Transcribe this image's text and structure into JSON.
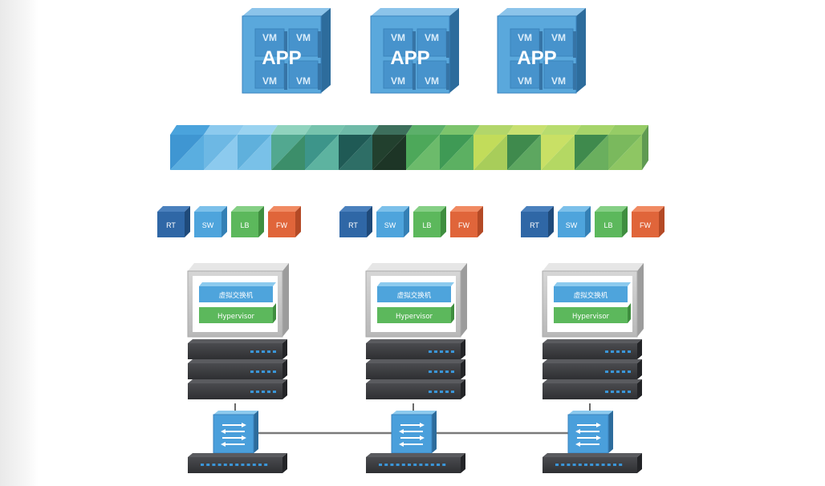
{
  "apps": [
    {
      "label": "APP",
      "vms": [
        "VM",
        "VM",
        "VM",
        "VM"
      ]
    },
    {
      "label": "APP",
      "vms": [
        "VM",
        "VM",
        "VM",
        "VM"
      ]
    },
    {
      "label": "APP",
      "vms": [
        "VM",
        "VM",
        "VM",
        "VM"
      ]
    }
  ],
  "services": [
    {
      "labels": [
        "RT",
        "SW",
        "LB",
        "FW"
      ]
    },
    {
      "labels": [
        "RT",
        "SW",
        "LB",
        "FW"
      ]
    },
    {
      "labels": [
        "RT",
        "SW",
        "LB",
        "FW"
      ]
    }
  ],
  "hosts": [
    {
      "vswitch": "虚拟交换机",
      "hypervisor": "Hypervisor"
    },
    {
      "vswitch": "虚拟交换机",
      "hypervisor": "Hypervisor"
    },
    {
      "vswitch": "虚拟交换机",
      "hypervisor": "Hypervisor"
    }
  ],
  "colors": {
    "rt": "#2f67a6",
    "sw": "#4ea4dc",
    "lb": "#5cb85c",
    "fw": "#e0653a",
    "vm_face": "#5aa8dc",
    "vm_inner": "#4793cc",
    "vm_side": "#2d6c9c",
    "server": "#3c3d40",
    "led": "#3a96d8"
  }
}
